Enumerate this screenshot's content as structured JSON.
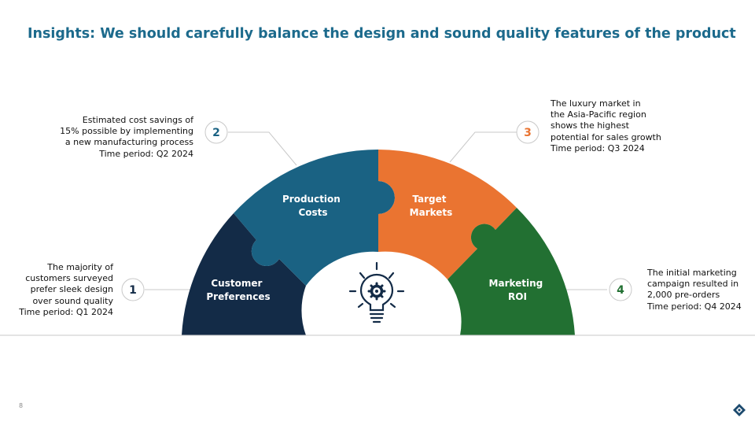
{
  "slide": {
    "title": "Insights: We should carefully balance the design and sound quality features of the product",
    "page_number": "8"
  },
  "colors": {
    "title": "#1c6a8c",
    "customer_preferences": "#132b47",
    "production_costs": "#1a6283",
    "target_markets": "#ea7431",
    "marketing_roi": "#227032",
    "icon": "#132b47",
    "connector": "#c9c9c9"
  },
  "pieces": [
    {
      "number": "1",
      "label_lines": [
        "Customer",
        "Preferences"
      ]
    },
    {
      "number": "2",
      "label_lines": [
        "Production",
        "Costs"
      ]
    },
    {
      "number": "3",
      "label_lines": [
        "Target",
        "Markets"
      ]
    },
    {
      "number": "4",
      "label_lines": [
        "Marketing",
        "ROI"
      ]
    }
  ],
  "insights": [
    {
      "lines": [
        "The majority of",
        "customers surveyed",
        "prefer sleek design",
        "over sound quality",
        "Time period: Q1 2024"
      ]
    },
    {
      "lines": [
        "Estimated cost savings of",
        "15% possible by implementing",
        "a new manufacturing process",
        "Time period: Q2 2024"
      ]
    },
    {
      "lines": [
        "The luxury market in",
        "the Asia-Pacific region",
        "shows the highest",
        "potential for sales growth",
        "Time period: Q3 2024"
      ]
    },
    {
      "lines": [
        "The initial marketing",
        "campaign resulted in",
        "2,000 pre-orders",
        "Time period: Q4 2024"
      ]
    }
  ],
  "center_icon": "lightbulb-gear-icon",
  "logo_icon": "company-logo-icon"
}
